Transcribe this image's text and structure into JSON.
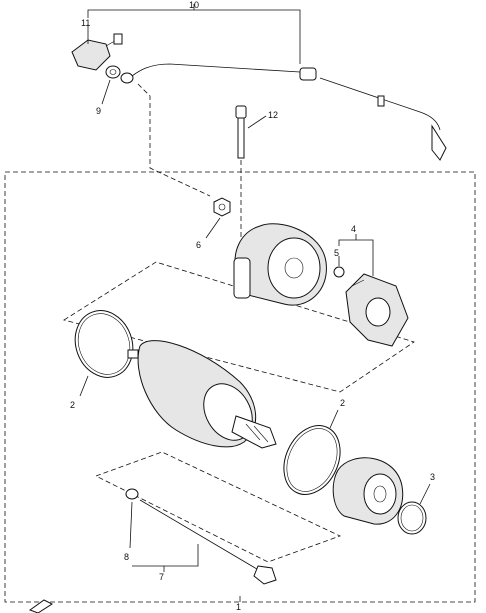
{
  "labels": {
    "p1": "1",
    "p2a": "2",
    "p2b": "2",
    "p3": "3",
    "p4": "4",
    "p5": "5",
    "p6": "6",
    "p7": "7",
    "p8": "8",
    "p9": "9",
    "p10": "10",
    "p11": "11",
    "p12": "12"
  },
  "icons": {
    "front_marker": "front-arrow-icon"
  },
  "colors": {
    "line": "#111111",
    "part_fill": "#e6e6e6",
    "background": "#ffffff"
  }
}
